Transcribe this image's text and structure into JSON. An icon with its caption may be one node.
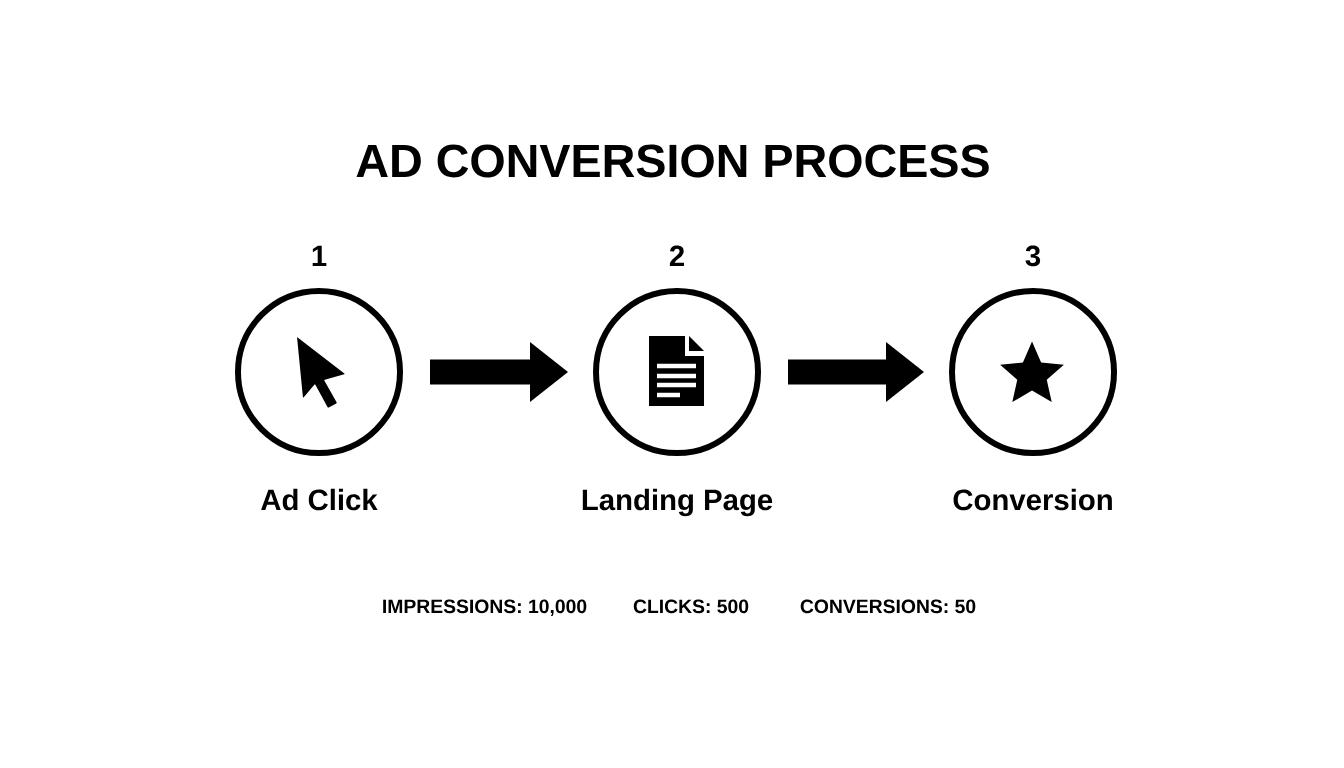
{
  "diagram": {
    "title": "AD CONVERSION PROCESS",
    "nodes": [
      {
        "text": [
          "1",
          "Ad Click"
        ]
      },
      {
        "text": [
          "2",
          "Landing Page"
        ]
      },
      {
        "text": [
          "3",
          "Conversion"
        ]
      }
    ],
    "edges": [
      {
        "from": 0,
        "to": 1,
        "arrow": "to"
      },
      {
        "from": 1,
        "to": 2,
        "arrow": "to"
      }
    ],
    "labels": [
      "IMPRESSIONS: 10,000",
      "CLICKS: 500",
      "CONVERSIONS: 50"
    ]
  }
}
